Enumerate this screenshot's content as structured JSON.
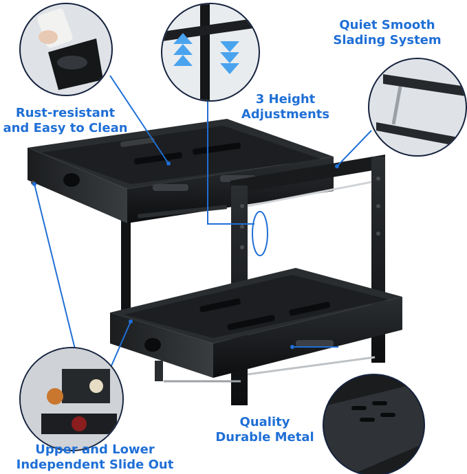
{
  "labels": {
    "rust": [
      "Rust-resistant",
      "and Easy to Clean"
    ],
    "height": [
      "3 Height",
      "Adjustments"
    ],
    "sliding": [
      "Quiet Smooth",
      "Slading System"
    ],
    "metal": [
      "Quality",
      "Durable Metal"
    ],
    "slide_out": [
      "Upper and Lower",
      "Independent Slide Out"
    ]
  },
  "colors": {
    "accent": "#1f6fd6",
    "frame": "#111315",
    "arrow": "#4aa3ee",
    "outline": "#15223d"
  },
  "icons": [
    "double-arrow-up-icon",
    "double-arrow-down-icon"
  ]
}
